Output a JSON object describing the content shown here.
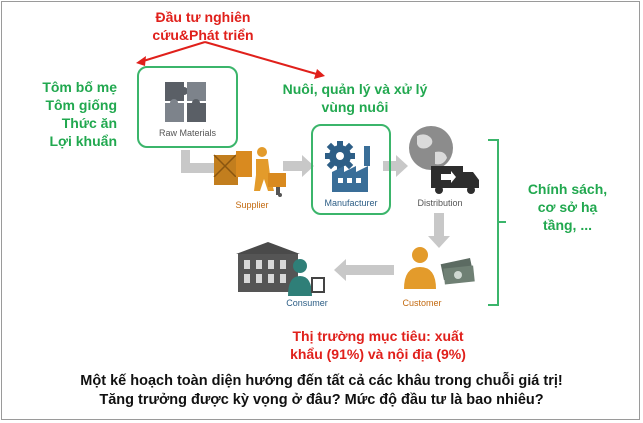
{
  "red_top": {
    "line1": "Đầu tư nghiên",
    "line2": "cứu&Phát triển"
  },
  "inputs": {
    "line1": "Tôm bố mẹ",
    "line2": "Tôm giống",
    "line3": "Thức ăn",
    "line4": "Lợi khuẩn"
  },
  "farming": {
    "line1": "Nuôi, quản lý và xử lý",
    "line2": "vùng nuôi"
  },
  "policy": {
    "line1": "Chính sách,",
    "line2": "cơ sở hạ",
    "line3": "tầng, ..."
  },
  "nodes": {
    "raw_materials": "Raw Materials",
    "supplier": "Supplier",
    "manufacturer": "Manufacturer",
    "distribution": "Distribution",
    "customer": "Customer",
    "consumer": "Consumer"
  },
  "market": {
    "line1": "Thị trường mục tiêu: xuất",
    "line2": "khẩu (91%) và nội địa (9%)"
  },
  "caption": {
    "line1": "Một kế hoạch toàn diện hướng đến tất cả các khâu trong chuỗi giá trị!",
    "line2": "Tăng trưởng được kỳ vọng ở đâu? Mức độ đầu tư là bao nhiêu?"
  },
  "colors": {
    "red": "#e0201b",
    "green": "#21a84f",
    "box_border": "#3bb56b",
    "arrow_gray": "#c8c8c8"
  }
}
